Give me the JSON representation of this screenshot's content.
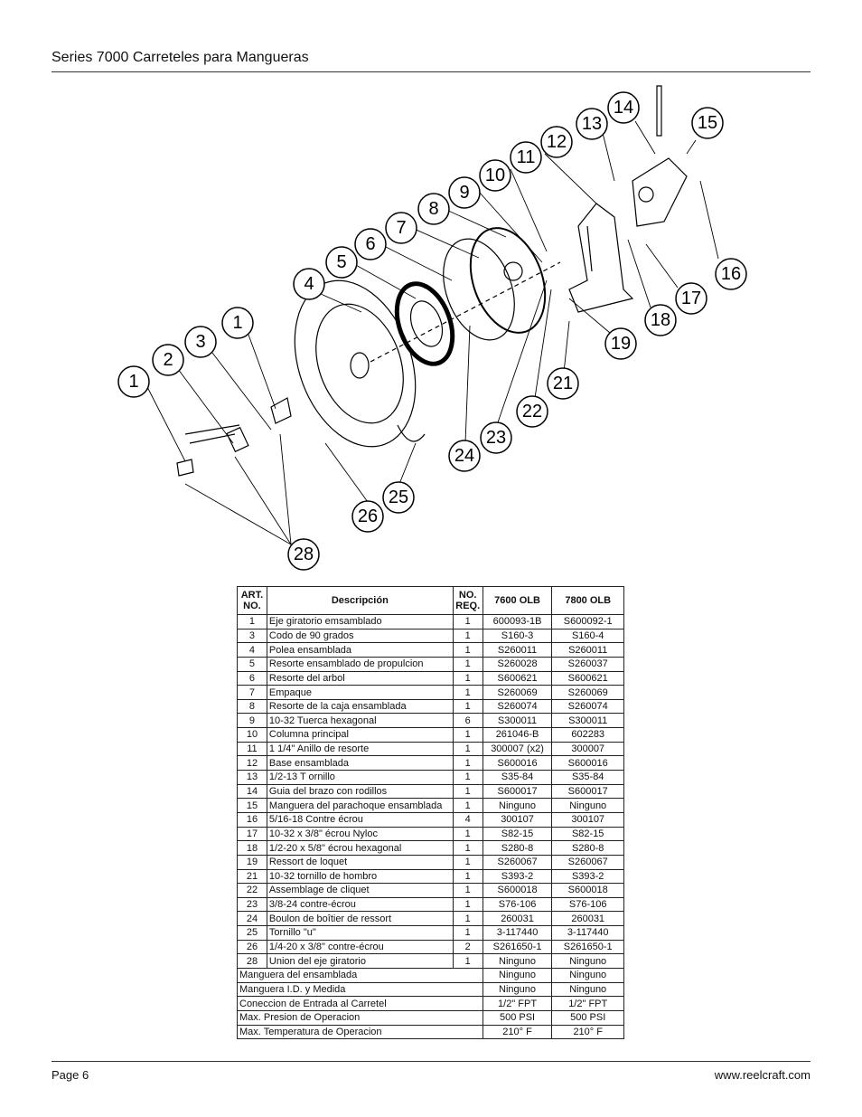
{
  "header": {
    "title": "Series 7000 Carreteles para Mangueras"
  },
  "footer": {
    "page": "Page 6",
    "website": "www.reelcraft.com"
  },
  "diagram": {
    "callouts": [
      "1",
      "1",
      "2",
      "3",
      "4",
      "5",
      "6",
      "7",
      "8",
      "9",
      "10",
      "11",
      "12",
      "13",
      "14",
      "15",
      "16",
      "17",
      "18",
      "19",
      "21",
      "22",
      "23",
      "24",
      "25",
      "26",
      "28"
    ]
  },
  "table": {
    "headers": {
      "art": "ART.\nNO.",
      "desc": "Descripción",
      "req": "NO.\nREQ.",
      "m7600": "7600 OLB",
      "m7800": "7800 OLB"
    },
    "rows": [
      {
        "no": "1",
        "desc": "Eje giratorio emsamblado",
        "req": "1",
        "a": "600093-1B",
        "b": "S600092-1"
      },
      {
        "no": "3",
        "desc": "Codo de 90 grados",
        "req": "1",
        "a": "S160-3",
        "b": "S160-4"
      },
      {
        "no": "4",
        "desc": "Polea ensamblada",
        "req": "1",
        "a": "S260011",
        "b": "S260011"
      },
      {
        "no": "5",
        "desc": "Resorte ensamblado de propulcion",
        "req": "1",
        "a": "S260028",
        "b": "S260037"
      },
      {
        "no": "6",
        "desc": "Resorte del arbol",
        "req": "1",
        "a": "S600621",
        "b": "S600621"
      },
      {
        "no": "7",
        "desc": "Empaque",
        "req": "1",
        "a": "S260069",
        "b": "S260069"
      },
      {
        "no": "8",
        "desc": "Resorte de la caja ensamblada",
        "req": "1",
        "a": "S260074",
        "b": "S260074"
      },
      {
        "no": "9",
        "desc": "10-32 Tuerca hexagonal",
        "req": "6",
        "a": "S300011",
        "b": "S300011"
      },
      {
        "no": "10",
        "desc": "Columna principal",
        "req": "1",
        "a": "261046-B",
        "b": "602283"
      },
      {
        "no": "11",
        "desc": "1 1/4\" Anillo de resorte",
        "req": "1",
        "a": "300007 (x2)",
        "b": "300007"
      },
      {
        "no": "12",
        "desc": "Base ensamblada",
        "req": "1",
        "a": "S600016",
        "b": "S600016"
      },
      {
        "no": "13",
        "desc": "1/2-13 T ornillo",
        "req": "1",
        "a": "S35-84",
        "b": "S35-84"
      },
      {
        "no": "14",
        "desc": "Guia del brazo con rodillos",
        "req": "1",
        "a": "S600017",
        "b": "S600017"
      },
      {
        "no": "15",
        "desc": "Manguera del parachoque ensamblada",
        "req": "1",
        "a": "Ninguno",
        "b": "Ninguno"
      },
      {
        "no": "16",
        "desc": "5/16-18 Contre écrou",
        "req": "4",
        "a": "300107",
        "b": "300107"
      },
      {
        "no": "17",
        "desc": "10-32 x 3/8\" écrou Nyloc",
        "req": "1",
        "a": "S82-15",
        "b": "S82-15"
      },
      {
        "no": "18",
        "desc": "1/2-20 x 5/8\" écrou hexagonal",
        "req": "1",
        "a": "S280-8",
        "b": "S280-8"
      },
      {
        "no": "19",
        "desc": "Ressort de loquet",
        "req": "1",
        "a": "S260067",
        "b": "S260067"
      },
      {
        "no": "21",
        "desc": "10-32 tornillo de hombro",
        "req": "1",
        "a": "S393-2",
        "b": "S393-2"
      },
      {
        "no": "22",
        "desc": "Assemblage de cliquet",
        "req": "1",
        "a": "S600018",
        "b": "S600018"
      },
      {
        "no": "23",
        "desc": "3/8-24 contre-écrou",
        "req": "1",
        "a": "S76-106",
        "b": "S76-106"
      },
      {
        "no": "24",
        "desc": "Boulon de boîtier de ressort",
        "req": "1",
        "a": "260031",
        "b": "260031"
      },
      {
        "no": "25",
        "desc": "Tornillo \"u\"",
        "req": "1",
        "a": "3-117440",
        "b": "3-117440"
      },
      {
        "no": "26",
        "desc": "1/4-20 x 3/8\" contre-écrou",
        "req": "2",
        "a": "S261650-1",
        "b": "S261650-1"
      },
      {
        "no": "28",
        "desc": "Union del eje giratorio",
        "req": "1",
        "a": "Ninguno",
        "b": "Ninguno"
      }
    ],
    "specs": [
      {
        "label": "Manguera del ensamblada",
        "a": "Ninguno",
        "b": "Ninguno"
      },
      {
        "label": "Manguera I.D. y Medida",
        "a": "Ninguno",
        "b": "Ninguno"
      },
      {
        "label": "Coneccion de Entrada al Carretel",
        "a": "1/2\" FPT",
        "b": "1/2\" FPT"
      },
      {
        "label": "Max. Presion de Operacion",
        "a": "500 PSI",
        "b": "500 PSI"
      },
      {
        "label": "Max. Temperatura de Operacion",
        "a": "210° F",
        "b": "210° F"
      }
    ]
  }
}
